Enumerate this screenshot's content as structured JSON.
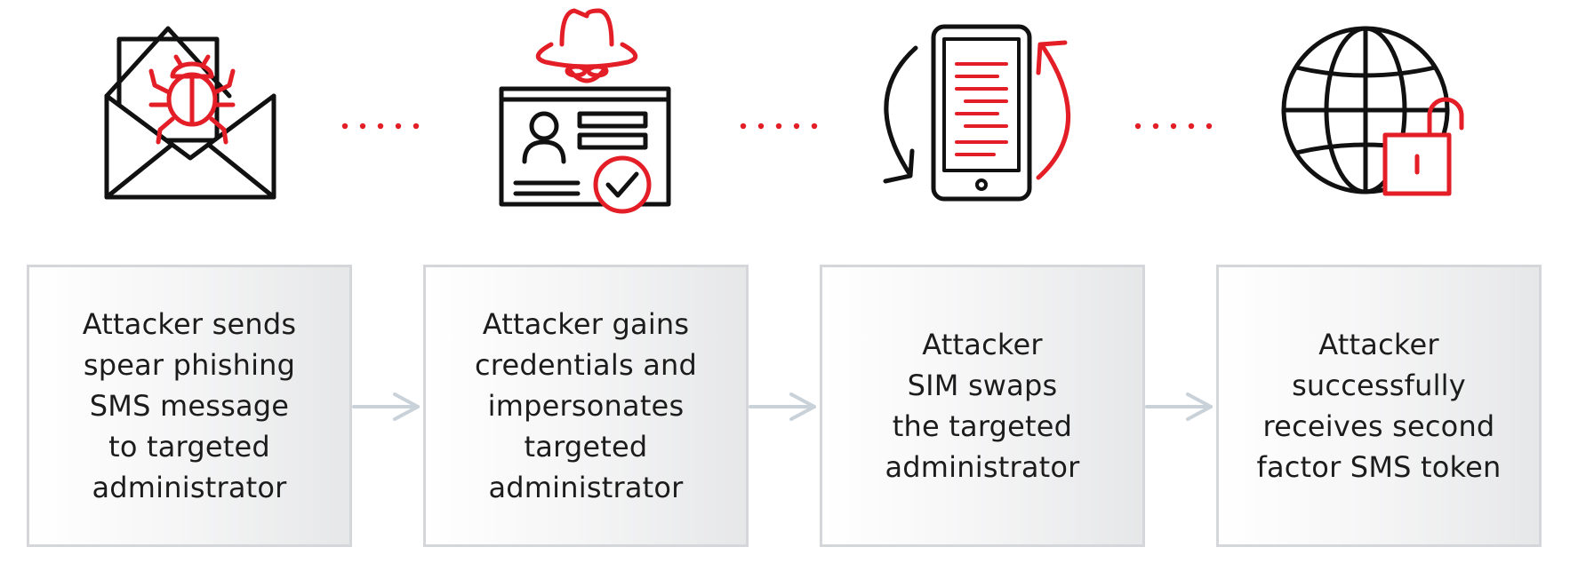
{
  "colors": {
    "accent": "#e31e26",
    "ink": "#111111",
    "box_border": "#d4d6d9",
    "arrow": "#c9d1d9",
    "text": "#1c1c1c"
  },
  "steps": [
    {
      "icon": "phishing-email-bug-icon",
      "text": "Attacker sends\nspear phishing\nSMS message\nto targeted\nadministrator"
    },
    {
      "icon": "impersonator-id-card-icon",
      "text": "Attacker gains\ncredentials and\nimpersonates\ntargeted\nadministrator"
    },
    {
      "icon": "sim-swap-phone-icon",
      "text": "Attacker\nSIM swaps\nthe targeted\nadministrator"
    },
    {
      "icon": "globe-unlocked-padlock-icon",
      "text": "Attacker\nsuccessfully\nreceives second\nfactor SMS token"
    }
  ]
}
